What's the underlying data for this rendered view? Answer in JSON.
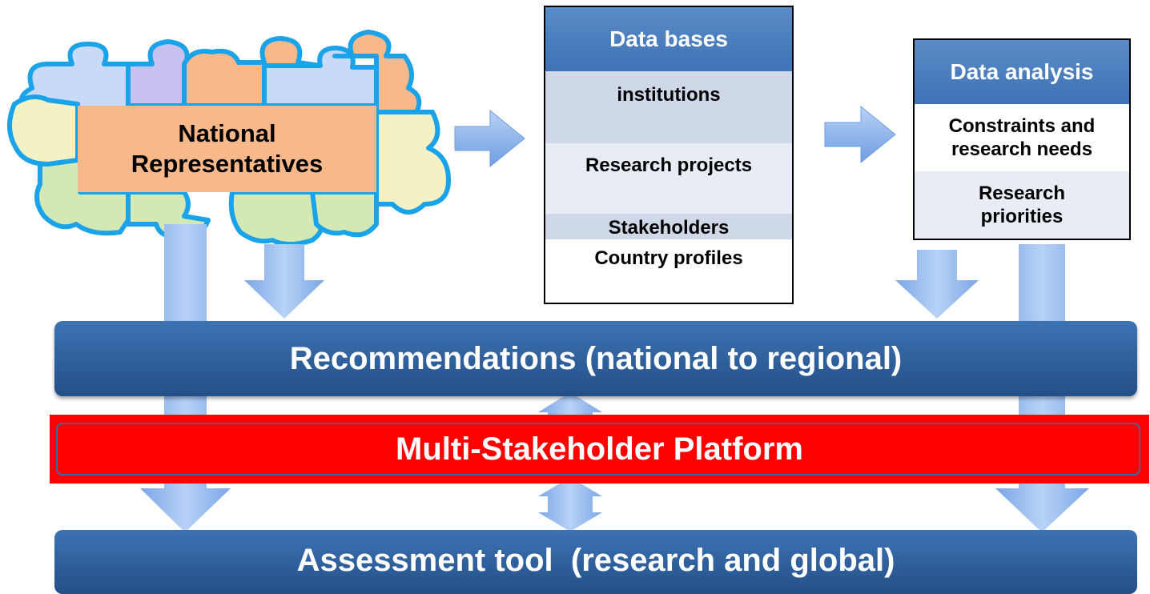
{
  "national_representatives": {
    "label_line1": "National",
    "label_line2": "Representatives"
  },
  "data_bases": {
    "title": "Data bases",
    "items": [
      "institutions",
      "Research projects",
      "Stakeholders",
      "Country profiles"
    ]
  },
  "data_analysis": {
    "title": "Data analysis",
    "items": [
      {
        "line1": "Constraints and",
        "line2": "research needs"
      },
      {
        "line1": "Research",
        "line2": "priorities"
      }
    ]
  },
  "recommendations": {
    "label": "Recommendations (national to regional)"
  },
  "platform": {
    "label": "Multi-Stakeholder Platform"
  },
  "assessment": {
    "label": "Assessment tool  (research and global)"
  },
  "colors": {
    "puzzle_blue": "#c9d9f8",
    "puzzle_purple": "#c8c2f0",
    "puzzle_orange": "#f8b889",
    "puzzle_green": "#d4e8b4",
    "puzzle_yellow": "#f4f2c4",
    "puzzle_outline": "#1aa3e8",
    "header_blue": "#4a80c0",
    "bar_blue": "#2f5f9c",
    "platform_red": "#ff0000",
    "arrow_blue": "#8cb4ee"
  }
}
